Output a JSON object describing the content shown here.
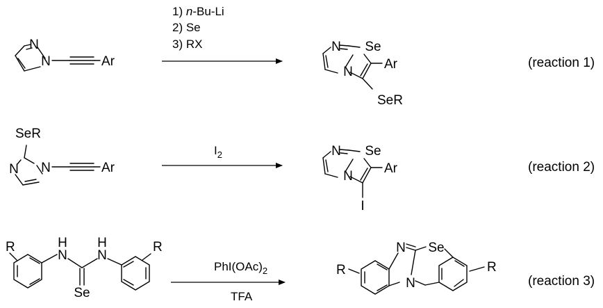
{
  "reactions": [
    {
      "reactant": {
        "atoms": {
          "n_imine": "N",
          "n_ring": "N",
          "ar": "Ar"
        }
      },
      "conditions": {
        "line1_num": "1)",
        "line1_italic": "n",
        "line1_rest": "-Bu-Li",
        "line2": "2) Se",
        "line3": "3) RX"
      },
      "product": {
        "atoms": {
          "n_imine": "N",
          "se_ring": "Se",
          "n_bridge": "N",
          "ar": "Ar",
          "sub": "SeR"
        }
      },
      "label": "(reaction 1)"
    },
    {
      "reactant": {
        "atoms": {
          "ser": "SeR",
          "n_imine": "N",
          "n_ring": "N",
          "ar": "Ar"
        }
      },
      "conditions": {
        "reagent_main": "I",
        "reagent_sub": "2"
      },
      "product": {
        "atoms": {
          "n_imine": "N",
          "se_ring": "Se",
          "n_bridge": "N",
          "ar": "Ar",
          "sub": "I"
        }
      },
      "label": "(reaction 2)"
    },
    {
      "reactant": {
        "atoms": {
          "r_left": "R",
          "nh_left": "N",
          "h_left": "H",
          "nh_right": "N",
          "h_right": "H",
          "se": "Se",
          "r_right": "R"
        }
      },
      "conditions": {
        "above_main": "PhI(OAc)",
        "above_sub": "2",
        "below": "TFA"
      },
      "product": {
        "atoms": {
          "n_imine": "N",
          "se_ring": "Se",
          "n_bridge": "N",
          "r_left": "R",
          "r_right": "R"
        }
      },
      "label": "(reaction 3)"
    }
  ]
}
